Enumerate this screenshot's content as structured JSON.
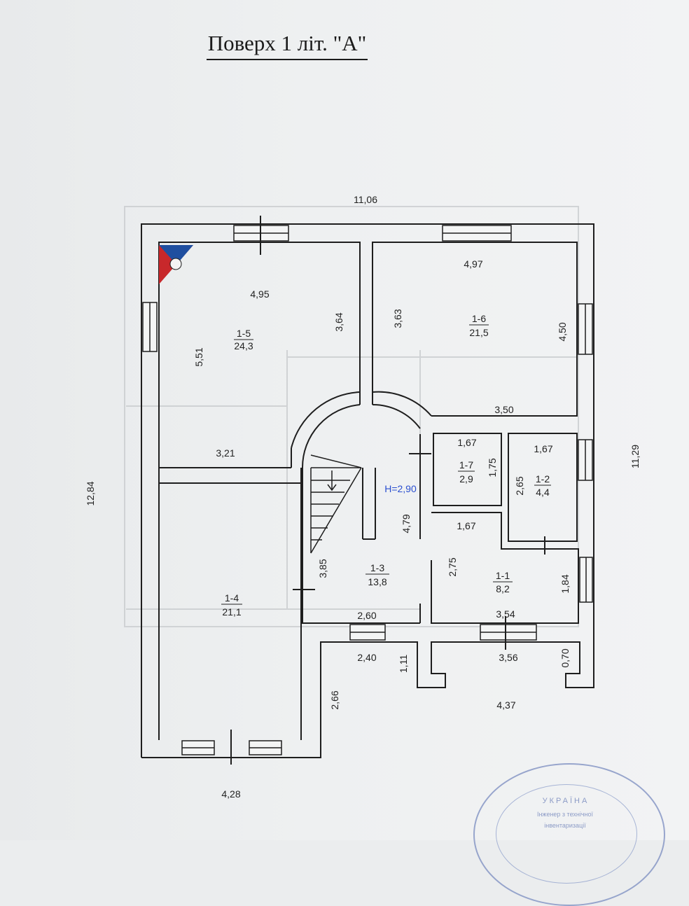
{
  "title": "Поверх 1 літ. \"А\"",
  "overall": {
    "top_width": "11,06",
    "left_height": "12,84",
    "right_height": "11,29",
    "bottom_left_width": "4,28",
    "bottom_right_width": "4,37"
  },
  "rooms": [
    {
      "id": "1-5",
      "area": "24,3",
      "dims": [
        "4,95",
        "3,64",
        "5,51",
        "3,21"
      ]
    },
    {
      "id": "1-6",
      "area": "21,5",
      "dims": [
        "4,97",
        "3,63",
        "4,50",
        "3,50"
      ]
    },
    {
      "id": "1-7",
      "area": "2,9",
      "dims": [
        "1,67",
        "1,75"
      ]
    },
    {
      "id": "1-2",
      "area": "4,4",
      "dims": [
        "1,67",
        "2,65"
      ]
    },
    {
      "id": "1-4",
      "area": "21,1",
      "dims": []
    },
    {
      "id": "1-3",
      "area": "13,8",
      "dims": [
        "3,85",
        "2,60",
        "4,79"
      ]
    },
    {
      "id": "1-1",
      "area": "8,2",
      "dims": [
        "1,67",
        "2,75",
        "1,84",
        "3,54"
      ]
    }
  ],
  "height_label": "Н=2,90",
  "porch": [
    "2,40",
    "1,11",
    "3,56",
    "0,70",
    "2,66"
  ],
  "stamp": {
    "country": "УКРАЇНА",
    "line1": "Інженер з технічної",
    "line2": "інвентаризації"
  },
  "colors": {
    "wall": "#1e1e1e",
    "marker_blue": "#1f4fa0",
    "marker_red": "#c8282b",
    "height_label": "#2a4fd0"
  }
}
